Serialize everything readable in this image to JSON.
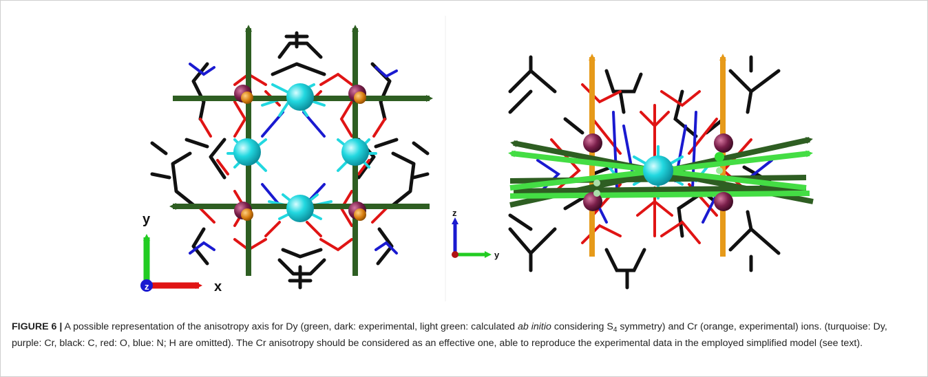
{
  "figure": {
    "colors": {
      "dy_experimental_axis": "#2e5e22",
      "dy_calculated_axis": "#44dd44",
      "cr_axis": "#e69a1a",
      "dy_ion": "#22d8e0",
      "cr_ion": "#7a1f4a",
      "carbon": "#111111",
      "oxygen": "#e01414",
      "nitrogen": "#1a1ad0",
      "hydrogen_omitted": "n/a"
    },
    "panel_a": {
      "axis_y_label": "y",
      "axis_x_label": "x",
      "axis_z_label": "z"
    },
    "panel_b": {
      "axis_z_label": "z",
      "axis_y_label": "y"
    },
    "caption": {
      "label": "FIGURE 6 |",
      "part1": " A possible representation of the anisotropy axis for Dy (green, dark: experimental, light green: calculated ",
      "italic": "ab initio",
      "part2": " considering S",
      "sub": "4",
      "part3": " symmetry) and Cr (orange, experimental) ions. (turquoise: Dy, purple: Cr, black: C, red: O, blue: N; H are omitted). The Cr anisotropy should be considered as an effective one, able to reproduce the experimental data in the employed simplified model (see text)."
    }
  }
}
